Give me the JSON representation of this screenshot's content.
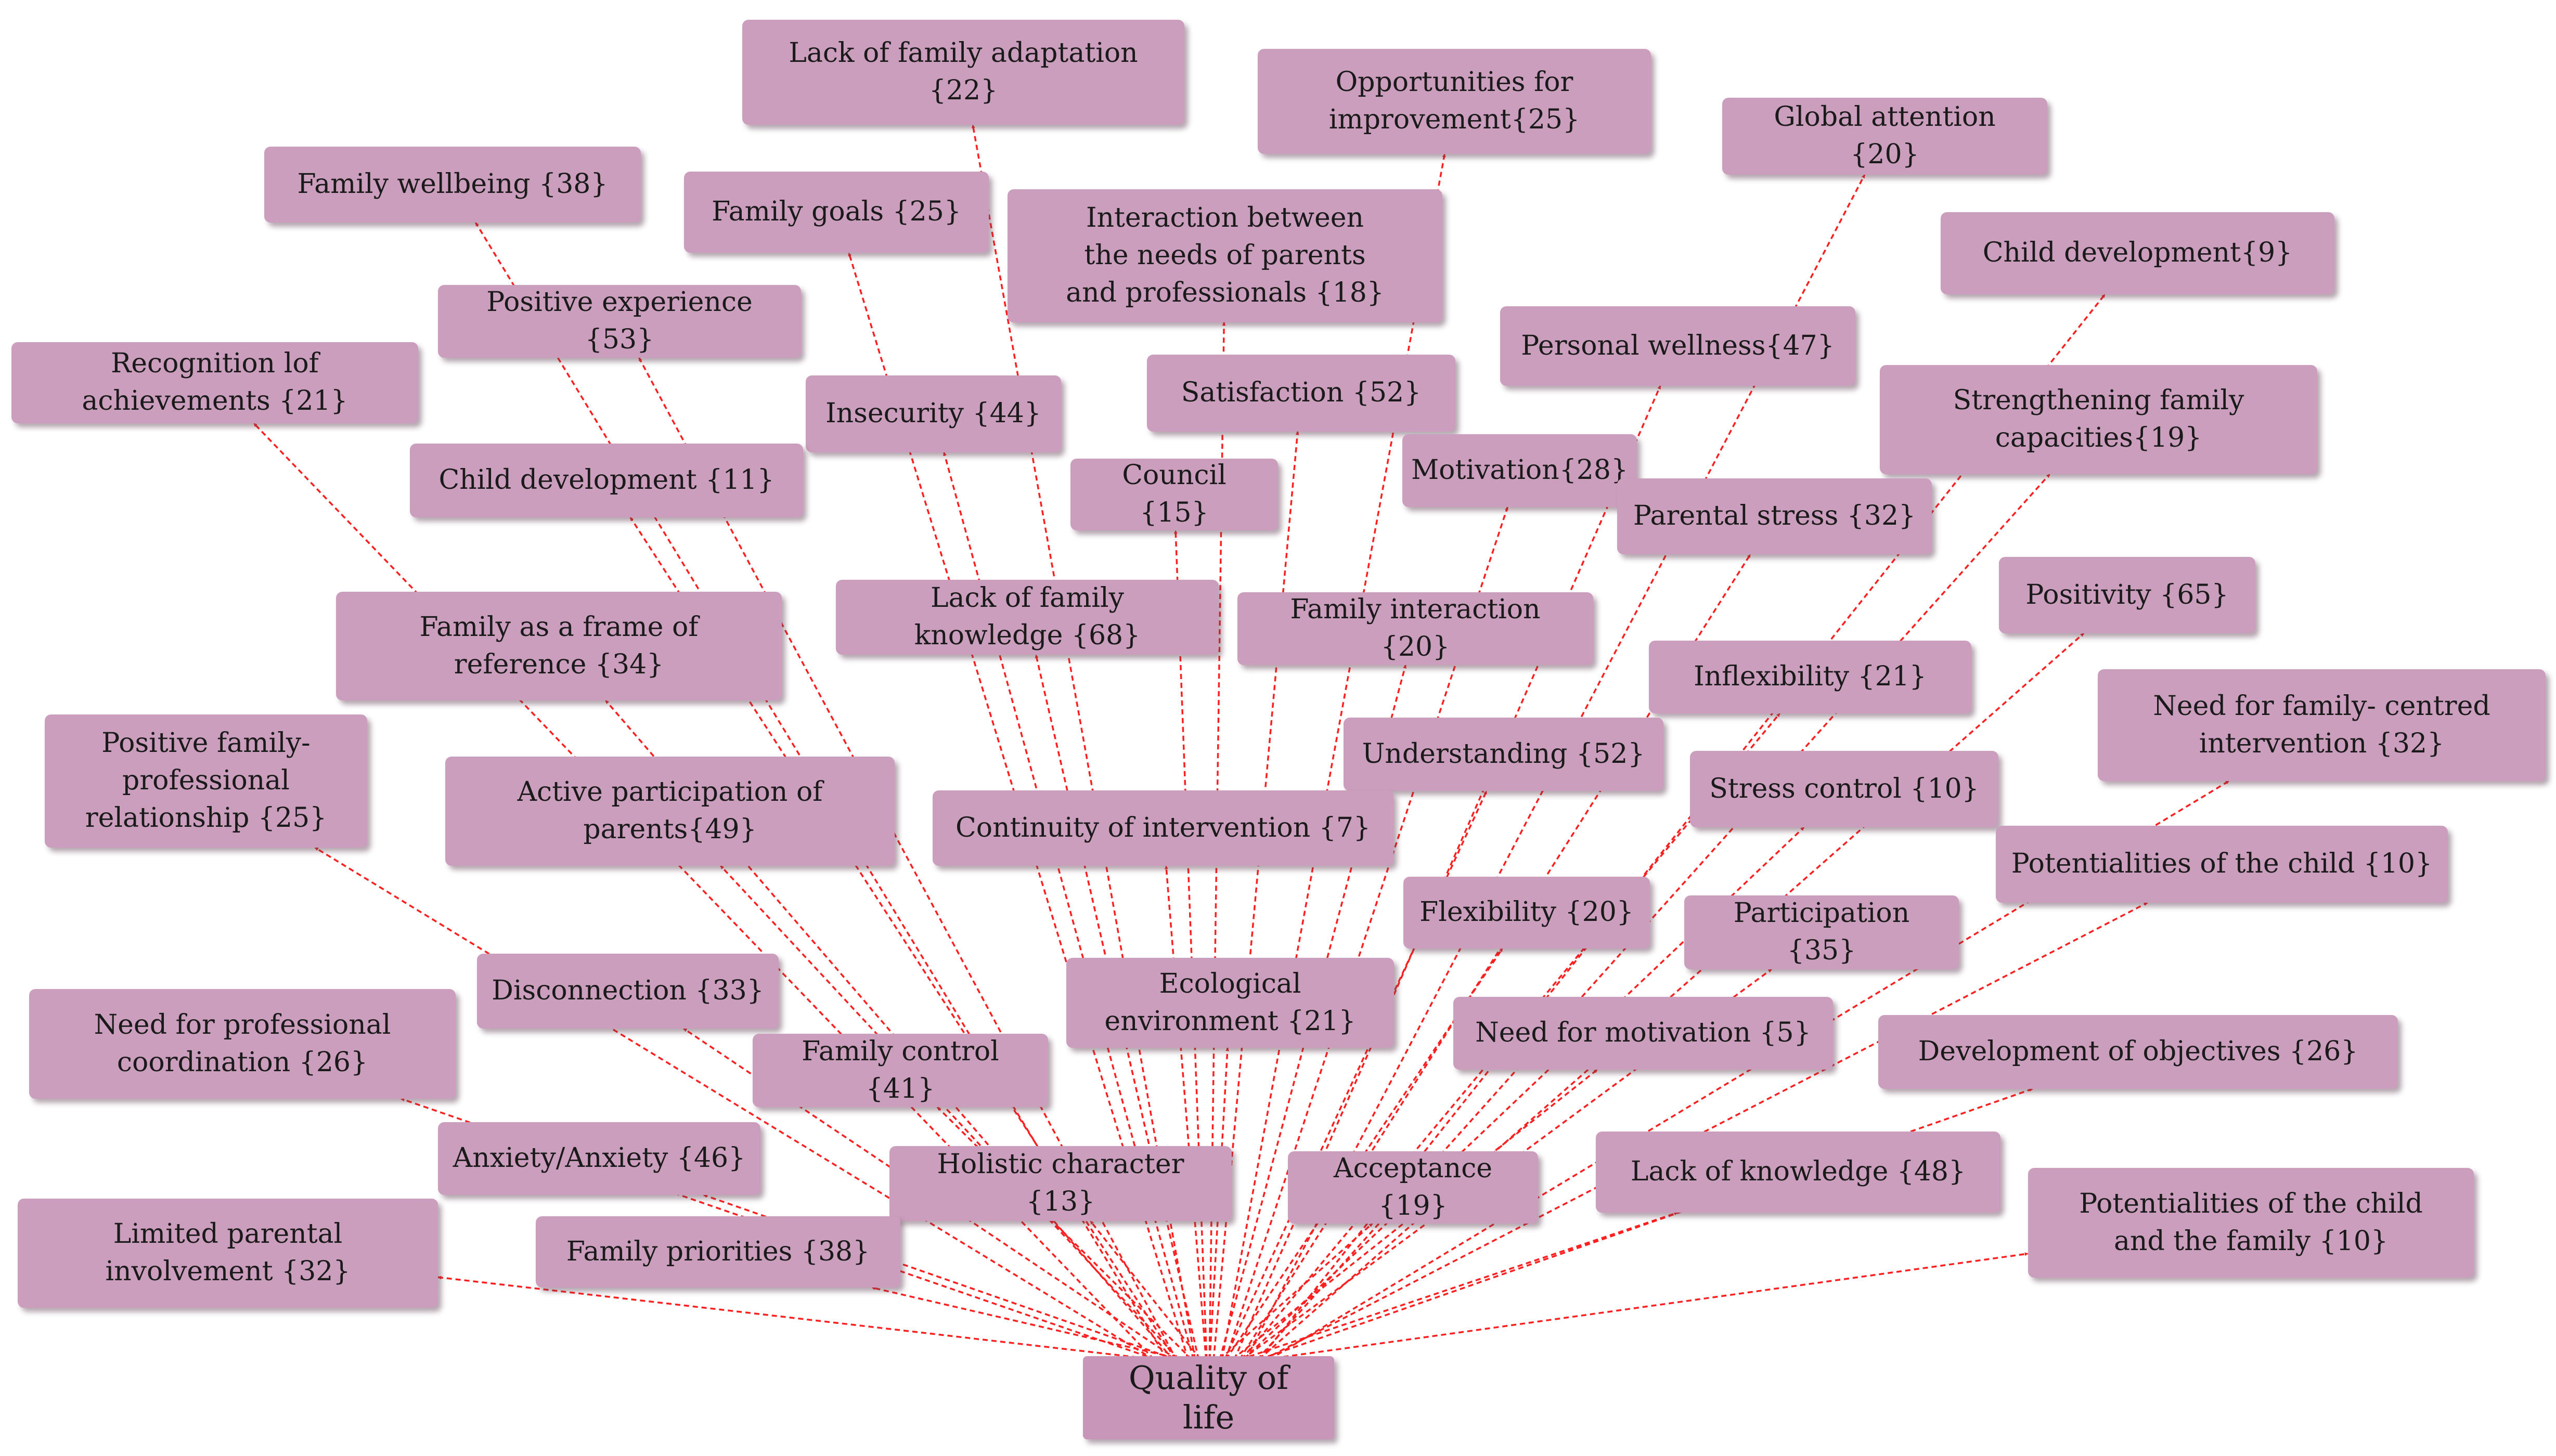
{
  "colors": {
    "node_fill": "#cc9ebd",
    "edge": "#ff1f1f",
    "text": "#1a1a1a"
  },
  "root": {
    "id": "root",
    "label": "Quality of\nlife"
  },
  "nodes": [
    {
      "id": "n01",
      "label": "Lack of family adaptation\n{22}"
    },
    {
      "id": "n02",
      "label": "Opportunities for\nimprovement{25}"
    },
    {
      "id": "n03",
      "label": "Global attention {20}"
    },
    {
      "id": "n04",
      "label": "Family wellbeing {38}"
    },
    {
      "id": "n05",
      "label": "Family goals {25}"
    },
    {
      "id": "n06",
      "label": "Interaction between\nthe needs of parents\nand professionals {18}"
    },
    {
      "id": "n07",
      "label": "Child development{9}"
    },
    {
      "id": "n08",
      "label": "Positive experience {53}"
    },
    {
      "id": "n09",
      "label": "Personal wellness{47}"
    },
    {
      "id": "n10",
      "label": "Recognition lof\nachievements {21}"
    },
    {
      "id": "n11",
      "label": "Insecurity {44}"
    },
    {
      "id": "n12",
      "label": "Satisfaction {52}"
    },
    {
      "id": "n13",
      "label": "Strengthening family\ncapacities{19}"
    },
    {
      "id": "n14",
      "label": "Child development {11}"
    },
    {
      "id": "n15",
      "label": "Council {15}"
    },
    {
      "id": "n16",
      "label": "Motivation{28}"
    },
    {
      "id": "n17",
      "label": "Parental stress {32}"
    },
    {
      "id": "n18",
      "label": "Family as a frame of\nreference {34}"
    },
    {
      "id": "n19",
      "label": "Lack of family\nknowledge {68}"
    },
    {
      "id": "n20",
      "label": "Family interaction {20}"
    },
    {
      "id": "n21",
      "label": "Positivity {65}"
    },
    {
      "id": "n22",
      "label": "Inflexibility {21}"
    },
    {
      "id": "n23",
      "label": "Positive family-\nprofessional\nrelationship {25}"
    },
    {
      "id": "n24",
      "label": "Need for family- centred\nintervention {32}"
    },
    {
      "id": "n25",
      "label": "Understanding {52}"
    },
    {
      "id": "n26",
      "label": "Active participation of\nparents{49}"
    },
    {
      "id": "n27",
      "label": "Stress control {10}"
    },
    {
      "id": "n28",
      "label": "Continuity of intervention {7}"
    },
    {
      "id": "n29",
      "label": "Potentialities of the child {10}"
    },
    {
      "id": "n30",
      "label": "Flexibility {20}"
    },
    {
      "id": "n31",
      "label": "Participation {35}"
    },
    {
      "id": "n32",
      "label": "Disconnection {33}"
    },
    {
      "id": "n33",
      "label": "Ecological\nenvironment {21}"
    },
    {
      "id": "n34",
      "label": "Need for professional\ncoordination {26}"
    },
    {
      "id": "n35",
      "label": "Need for motivation {5}"
    },
    {
      "id": "n36",
      "label": "Development of objectives {26}"
    },
    {
      "id": "n37",
      "label": "Family control {41}"
    },
    {
      "id": "n38",
      "label": "Anxiety/Anxiety {46}"
    },
    {
      "id": "n39",
      "label": "Lack of knowledge {48}"
    },
    {
      "id": "n40",
      "label": "Holistic character {13}"
    },
    {
      "id": "n41",
      "label": "Acceptance {19}"
    },
    {
      "id": "n42",
      "label": "Potentialities of the child\nand the family {10}"
    },
    {
      "id": "n43",
      "label": "Limited parental\ninvolvement {32}"
    },
    {
      "id": "n44",
      "label": "Family priorities {38}"
    }
  ]
}
